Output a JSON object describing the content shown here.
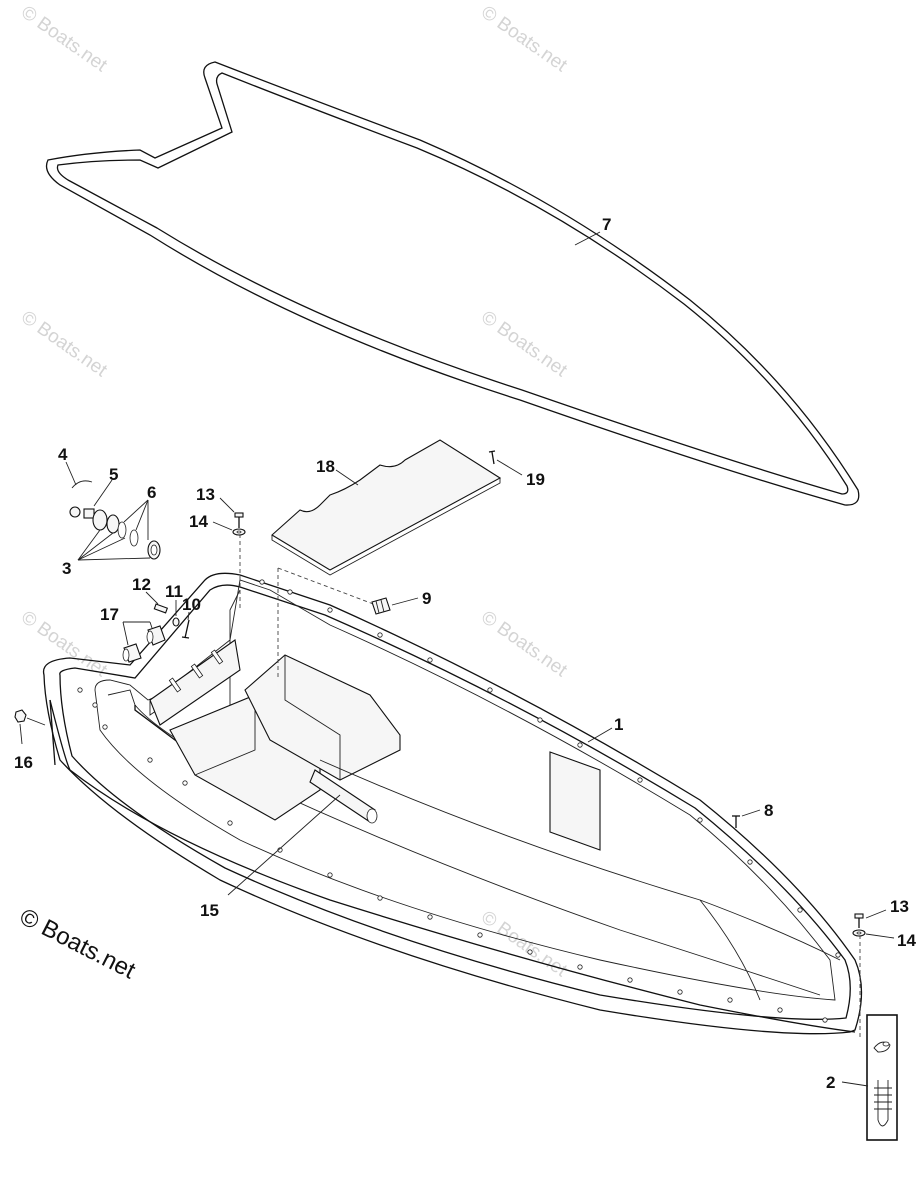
{
  "watermark": "© Boats.net",
  "copyright": "© Boats.net",
  "callouts": {
    "c1": "1",
    "c2": "2",
    "c3": "3",
    "c4": "4",
    "c5": "5",
    "c6": "6",
    "c7": "7",
    "c8": "8",
    "c9": "9",
    "c10": "10",
    "c11": "11",
    "c12": "12",
    "c13a": "13",
    "c13b": "13",
    "c14a": "14",
    "c14b": "14",
    "c15": "15",
    "c16": "16",
    "c17": "17",
    "c18": "18",
    "c19": "19"
  }
}
